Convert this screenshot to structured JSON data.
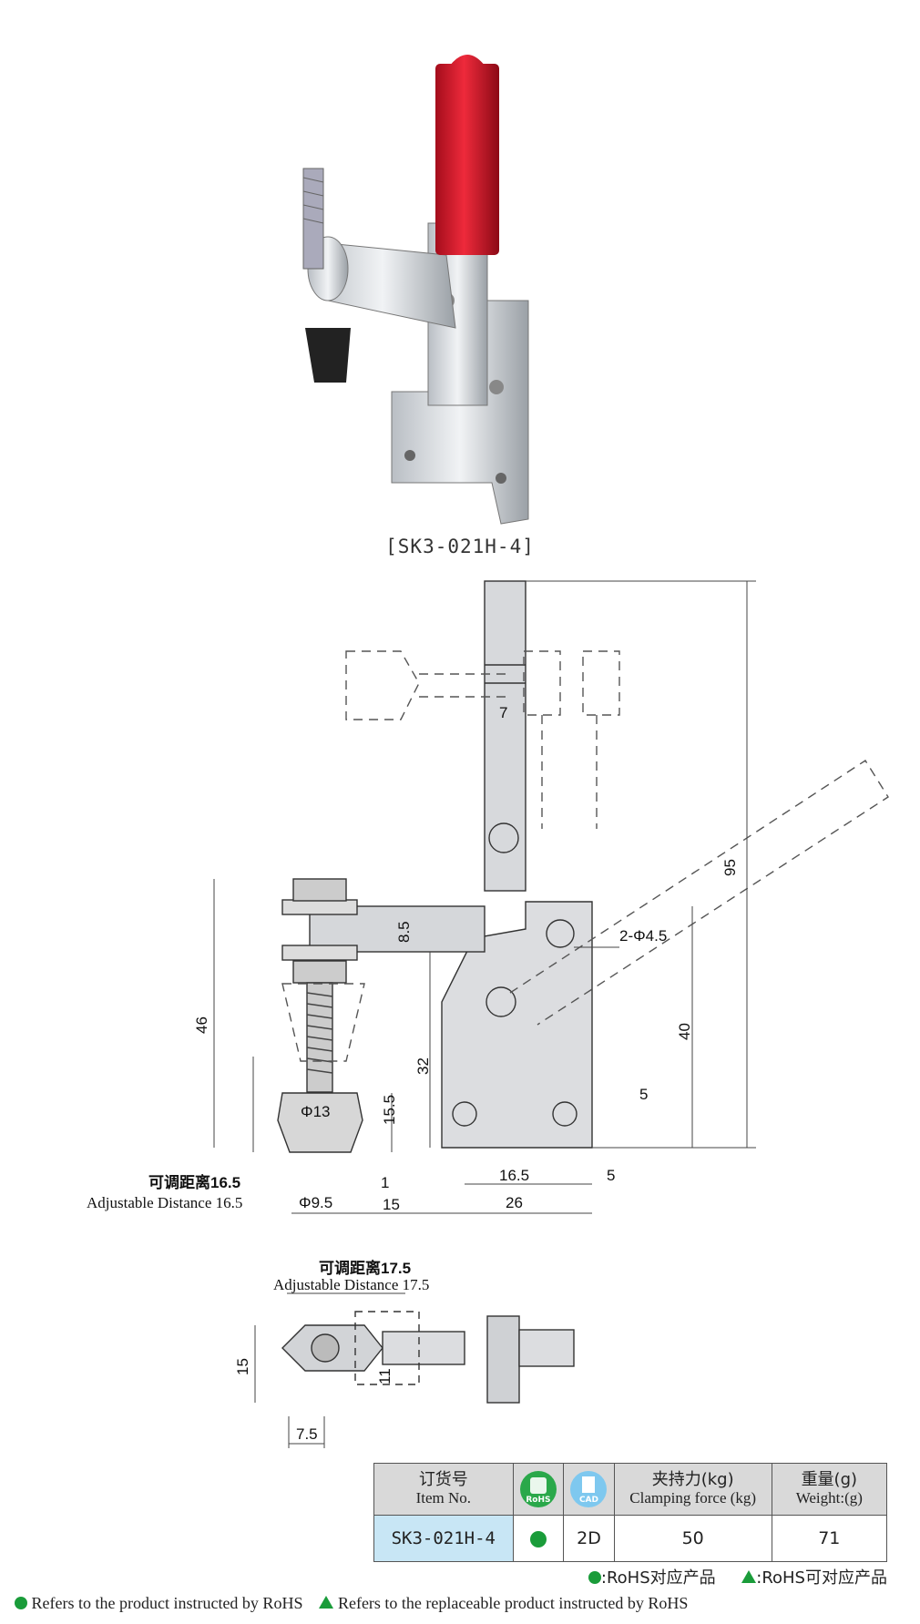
{
  "model_caption": "[SK3-021H-4]",
  "drawing": {
    "dims": {
      "d7": "7",
      "d95": "95",
      "d8_5": "8.5",
      "d46": "46",
      "d40": "40",
      "d32": "32",
      "d15_5": "15.5",
      "phi13": "Φ13",
      "hole": "2-Φ4.5",
      "d5a": "5",
      "d5b": "5",
      "d16_5": "16.5",
      "d1": "1",
      "phi9_5": "Φ9.5",
      "d15": "15",
      "d26": "26",
      "d15b": "15",
      "d11": "11",
      "d7_5": "7.5"
    },
    "adj1_cn": "可调距离16.5",
    "adj1_en": "Adjustable Distance 16.5",
    "adj2_cn": "可调距离17.5",
    "adj2_en": "Adjustable Distance 17.5"
  },
  "table": {
    "header": {
      "item_cn": "订货号",
      "item_en": "Item No.",
      "rohs_badge": "RoHS",
      "cad_badge": "CAD",
      "force_cn": "夹持力(kg)",
      "force_en": "Clamping force (kg)",
      "weight_cn": "重量(g)",
      "weight_en": "Weight:(g)"
    },
    "rows": [
      {
        "item": "SK3-021H-4",
        "rohs": "●",
        "cad": "2D",
        "force": "50",
        "weight": "71"
      }
    ]
  },
  "legend": {
    "cn_rohs": ":RoHS对应产品",
    "cn_replace": ":RoHS可对应产品",
    "en_rohs": "Refers to the product instructed by RoHS",
    "en_replace": "Refers to the replaceable product instructed by RoHS"
  },
  "colors": {
    "handle": "#d8172a",
    "rohs_green": "#1a9c3a",
    "cad_blue": "#7ec8ef",
    "item_bg": "#c8e6f5"
  }
}
